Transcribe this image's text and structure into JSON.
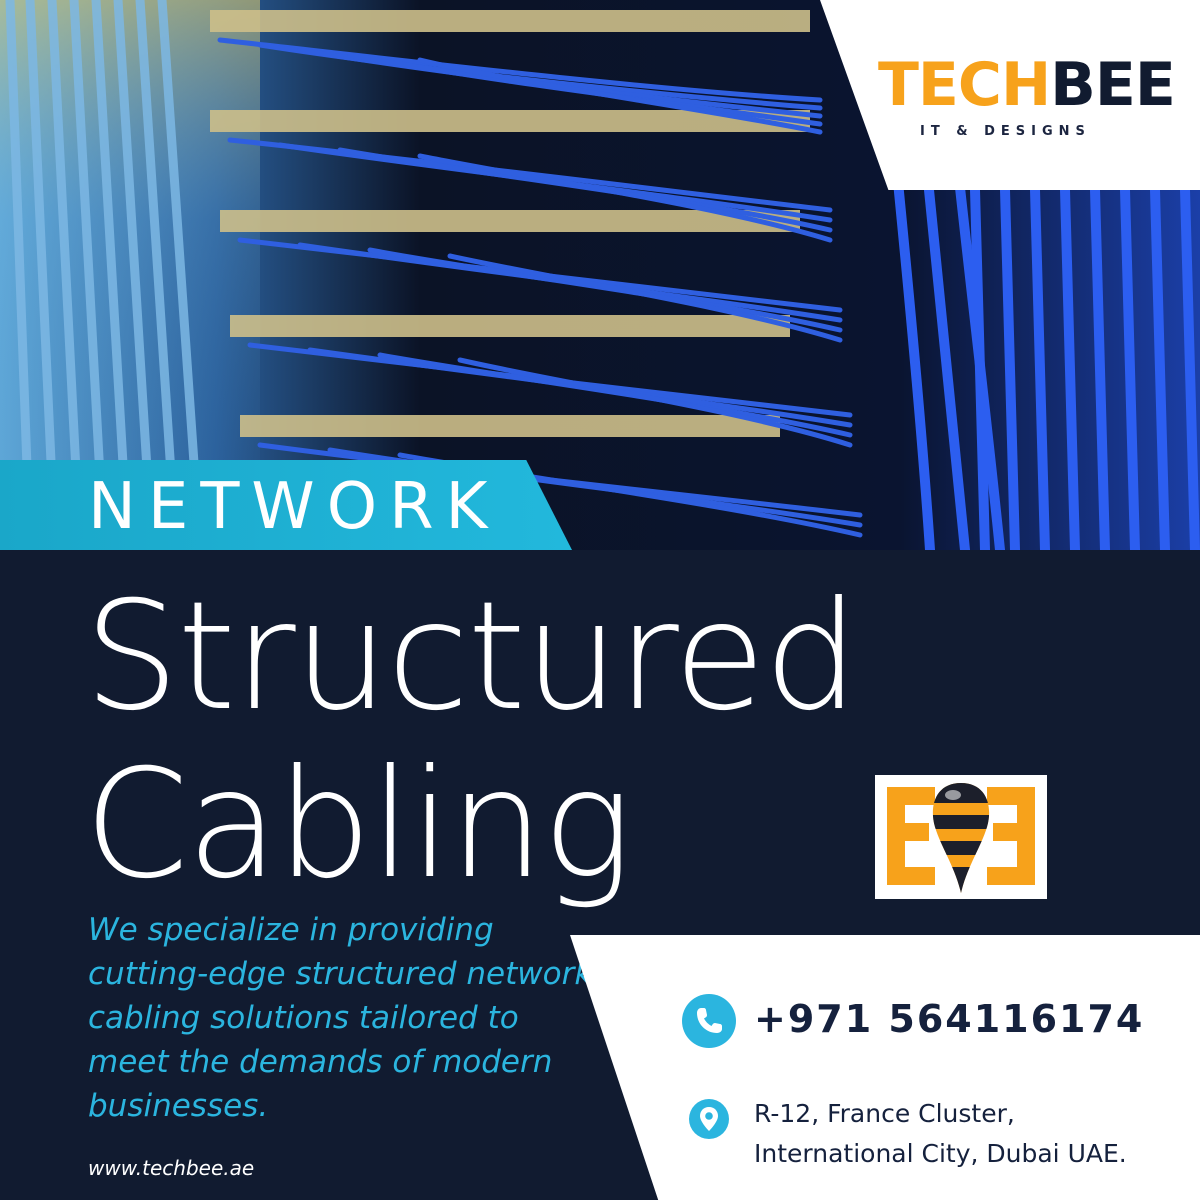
{
  "brand": {
    "name_part1": "TECH",
    "name_part2": "BEE",
    "tagline": "IT & DESIGNS",
    "accent_color": "#f7a21b",
    "navy_color": "#111b30",
    "cyan_color": "#2bb5df"
  },
  "banner": {
    "label": "NETWORK"
  },
  "headline": {
    "line1": "Structured",
    "line2": "Cabling"
  },
  "description": "We specialize in providing cutting-edge structured network cabling solutions tailored to meet the demands of modern businesses.",
  "website": "www.techbee.ae",
  "contact": {
    "phone": "+971 564116174",
    "phone_icon": "phone-icon",
    "address_line1": "R-12, France Cluster,",
    "address_line2": "International City, Dubai UAE.",
    "address_icon": "map-pin-icon"
  }
}
